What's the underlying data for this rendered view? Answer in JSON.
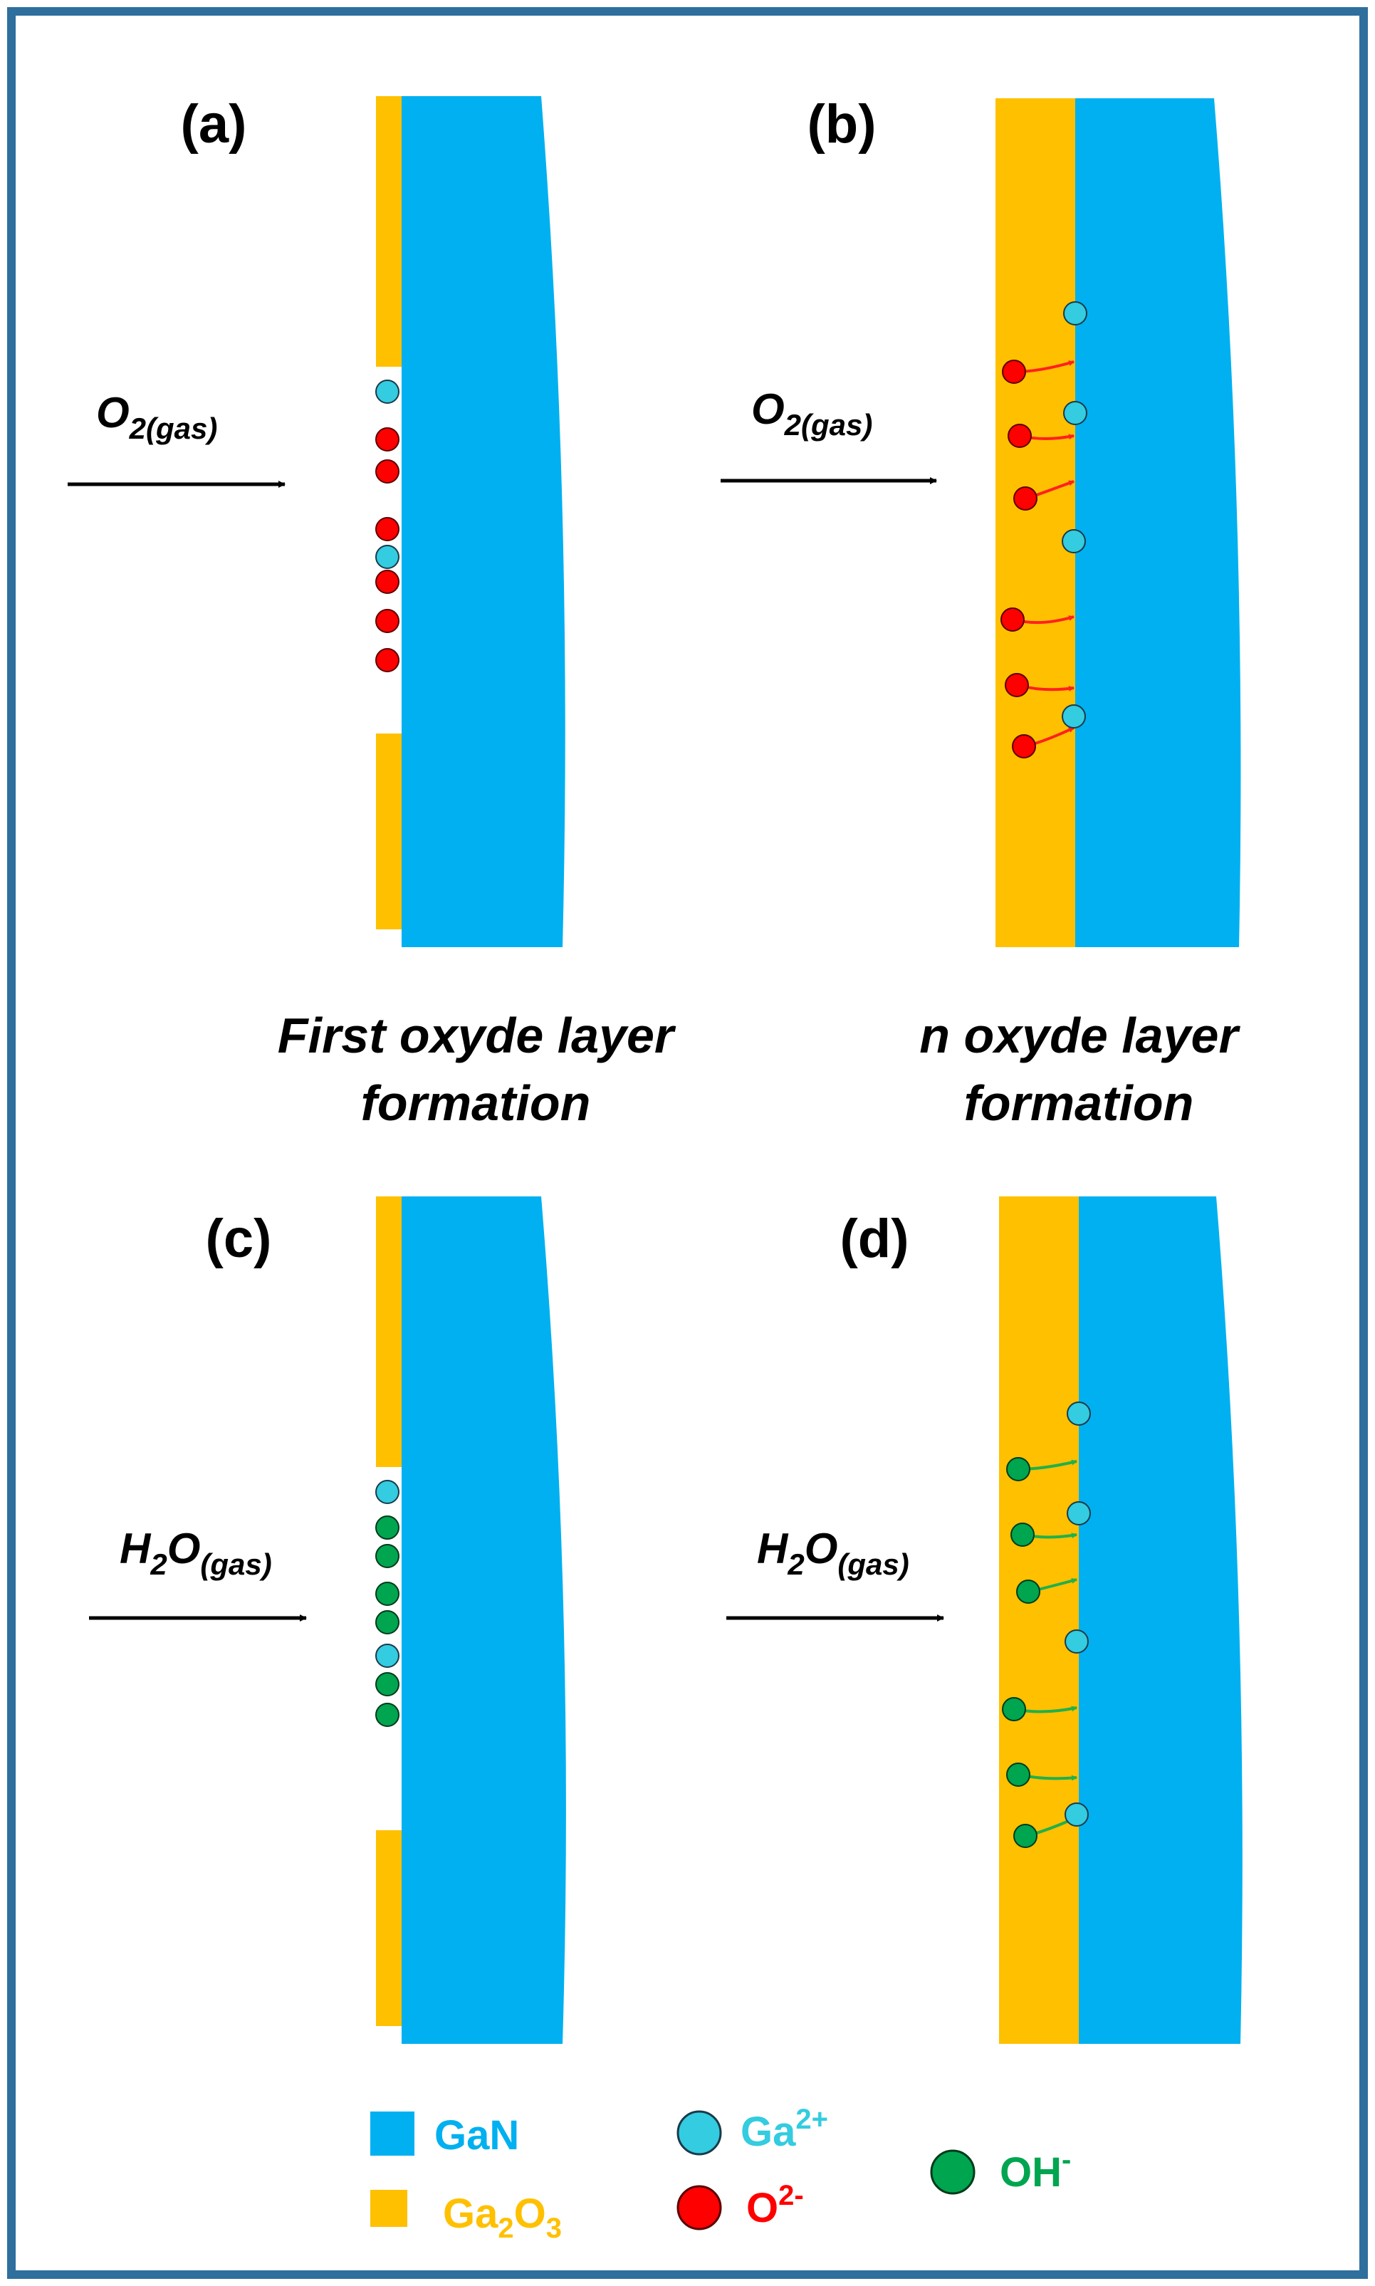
{
  "panels": {
    "a": {
      "label": "(a)",
      "gas": "O",
      "gas_sub": "2(gas)",
      "caption_line1": "First oxyde layer",
      "caption_line2": "formation"
    },
    "b": {
      "label": "(b)",
      "gas": "O",
      "gas_sub": "2(gas)",
      "caption_line1": "n oxyde layer",
      "caption_line2": "formation"
    },
    "c": {
      "label": "(c)",
      "gas": "H",
      "gas_sub1": "2",
      "gas_mid": "O",
      "gas_sub2": "(gas)"
    },
    "d": {
      "label": "(d)",
      "gas": "H",
      "gas_sub1": "2",
      "gas_mid": "O",
      "gas_sub2": "(gas)"
    }
  },
  "legend": {
    "gan": "GaN",
    "ga2o3_a": "Ga",
    "ga2o3_sub1": "2",
    "ga2o3_b": "O",
    "ga2o3_sub2": "3",
    "ga_ion": "Ga",
    "ga_ion_sup": "2+",
    "o_ion": "O",
    "o_ion_sup": "2-",
    "oh_ion": "OH",
    "oh_ion_sup": "-"
  },
  "colors": {
    "frame": "#2e6f9e",
    "gan": "#00b0f0",
    "ga2o3": "#ffc000",
    "ga_ion": "#33cce0",
    "o_ion": "#ff0000",
    "oh_ion": "#00a550",
    "arrow_o": "#ff2020",
    "arrow_oh": "#22b04a",
    "text": "#000000",
    "legend_gan_text": "#00b0f0",
    "legend_ga2o3_text": "#ffc000",
    "legend_ga_text": "#33cce0",
    "legend_o_text": "#ff0000",
    "legend_oh_text": "#00a550"
  }
}
